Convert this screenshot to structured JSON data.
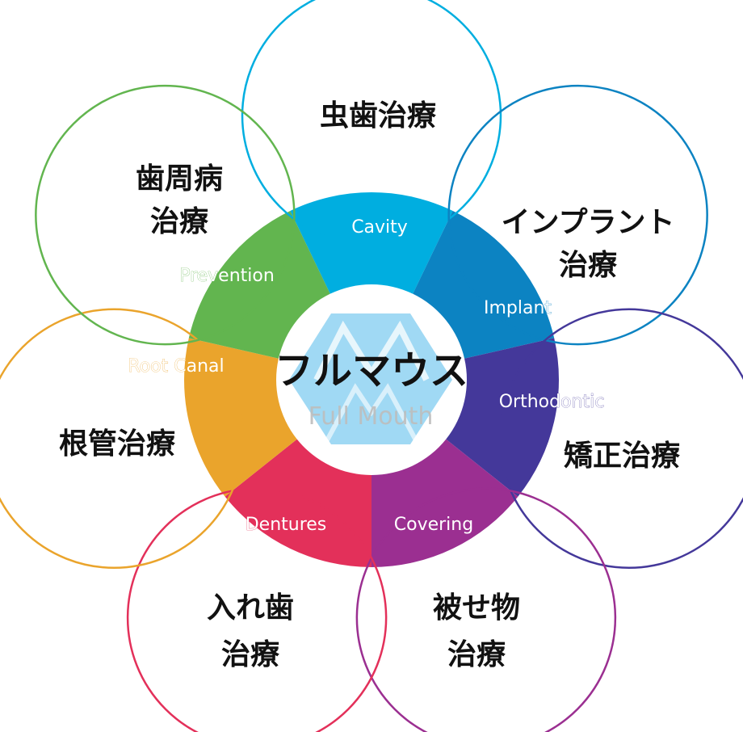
{
  "center": {
    "title": "フルマウス",
    "logo_text": "Full Mouth",
    "logo_color": "#8fd2f2",
    "logo_text_color": "#c9c9c9"
  },
  "petals": [
    {
      "id": "cavity",
      "english": "Cavity",
      "japanese": [
        "虫歯治療"
      ],
      "color": "#00aee0"
    },
    {
      "id": "implant",
      "english": "Implant",
      "japanese": [
        "インプラント",
        "治療"
      ],
      "color": "#0c83c2"
    },
    {
      "id": "orthodontic",
      "english": "Orthodontic",
      "japanese": [
        "矯正治療"
      ],
      "color": "#44389a"
    },
    {
      "id": "covering",
      "english": "Covering",
      "japanese": [
        "被せ物",
        "治療"
      ],
      "color": "#9b2f91"
    },
    {
      "id": "dentures",
      "english": "Dentures",
      "japanese": [
        "入れ歯",
        "治療"
      ],
      "color": "#e3305a"
    },
    {
      "id": "root-canal",
      "english": "Root Canal",
      "japanese": [
        "根管治療"
      ],
      "color": "#eaa42c"
    },
    {
      "id": "prevention",
      "english": "Prevention",
      "japanese": [
        "歯周病",
        "治療"
      ],
      "color": "#62b54f"
    }
  ]
}
